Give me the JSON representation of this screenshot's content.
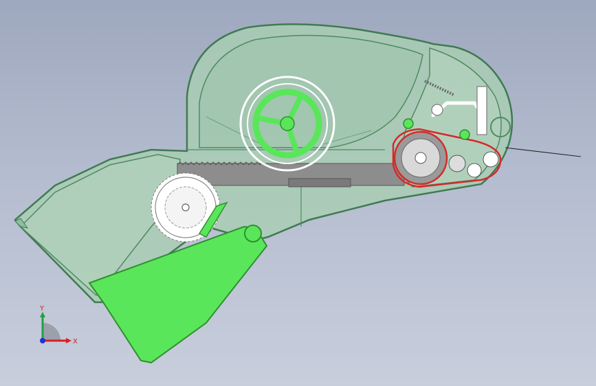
{
  "app": {
    "view": "cad-3d-viewport"
  },
  "model": {
    "housing_color": "#a9ccb4",
    "housing_stroke": "#3f7a52",
    "part_highlight": "#5ae65a",
    "belt_color": "#d42a2a",
    "rack_color": "#8d8d8d"
  },
  "triad": {
    "x_label": "X",
    "y_label": "Y",
    "x_color": "#d42222",
    "y_color": "#22a044",
    "z_color": "#2233cc"
  }
}
